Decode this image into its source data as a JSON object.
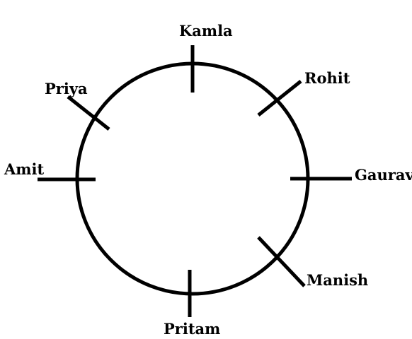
{
  "seats": [
    {
      "id": "kamla",
      "name": "Kamla"
    },
    {
      "id": "rohit",
      "name": "Rohit"
    },
    {
      "id": "gaurav",
      "name": "Gaurav"
    },
    {
      "id": "manish",
      "name": "Manish"
    },
    {
      "id": "pritam",
      "name": "Pritam"
    },
    {
      "id": "amit",
      "name": "Amit"
    },
    {
      "id": "priya",
      "name": "Priya"
    }
  ],
  "colors": {
    "stroke": "#000000",
    "background": "#ffffff"
  }
}
